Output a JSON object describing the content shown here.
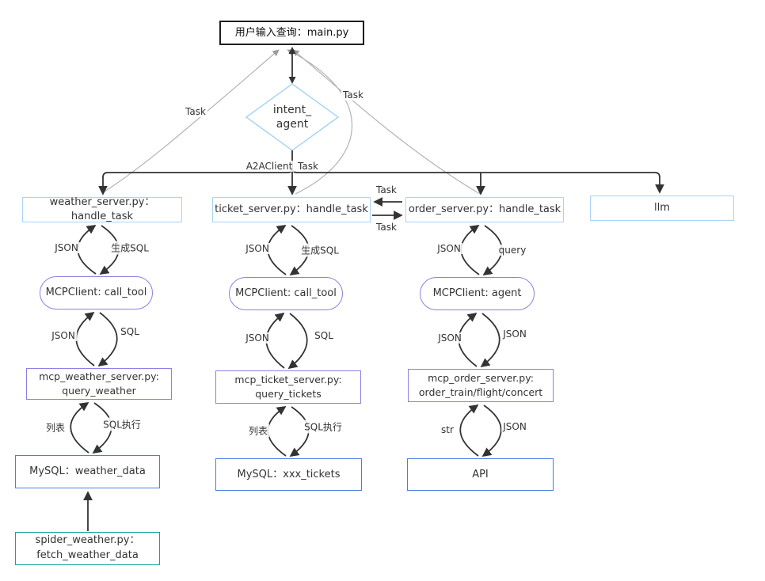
{
  "diagram": {
    "nodes": {
      "main": "用户输入查询：main.py",
      "intent_line1": "intent_",
      "intent_line2": "agent",
      "weather_server": "weather_server.py：handle_task",
      "ticket_server": "ticket_server.py：handle_task",
      "order_server": "order_server.py：handle_task",
      "llm": "llm",
      "weather_mcpclient": "MCPClient: call_tool",
      "ticket_mcpclient": "MCPClient: call_tool",
      "order_mcpclient": "MCPClient: agent",
      "mcp_weather_line1": "mcp_weather_server.py:",
      "mcp_weather_line2": "query_weather",
      "mcp_ticket_line1": "mcp_ticket_server.py:",
      "mcp_ticket_line2": "query_tickets",
      "mcp_order_line1": "mcp_order_server.py:",
      "mcp_order_line2": "order_train/flight/concert",
      "mysql_weather": "MySQL：weather_data",
      "mysql_tickets": "MySQL：xxx_tickets",
      "api": "API",
      "spider_line1": "spider_weather.py：",
      "spider_line2": "fetch_weather_data"
    },
    "edges": {
      "task_weather_return": "Task",
      "task_order_return": "Task",
      "a2aclient": "A2AClient",
      "task_intent_ticket": "Task",
      "task_order_to_ticket": "Task",
      "task_ticket_to_order": "Task",
      "weather_json_1": "JSON",
      "weather_gen_sql": "生成SQL",
      "weather_json_2": "JSON",
      "weather_sql": "SQL",
      "weather_list": "列表",
      "weather_sql_exec": "SQL执行",
      "ticket_json_1": "JSON",
      "ticket_gen_sql": "生成SQL",
      "ticket_json_2": "JSON",
      "ticket_sql": "SQL",
      "ticket_list": "列表",
      "ticket_sql_exec": "SQL执行",
      "order_json_1": "JSON",
      "order_query": "query",
      "order_json_2": "JSON",
      "order_json_3": "JSON",
      "order_str": "str",
      "order_json_4": "JSON"
    },
    "colors": {
      "light_blue_border": "#a9d4f5",
      "purple_border": "#8b80e6",
      "blue_border": "#4a7de0",
      "teal_border": "#12a39a",
      "black_edge": "#333333",
      "gray_edge": "#b3b3b3",
      "text": "#333333"
    }
  }
}
